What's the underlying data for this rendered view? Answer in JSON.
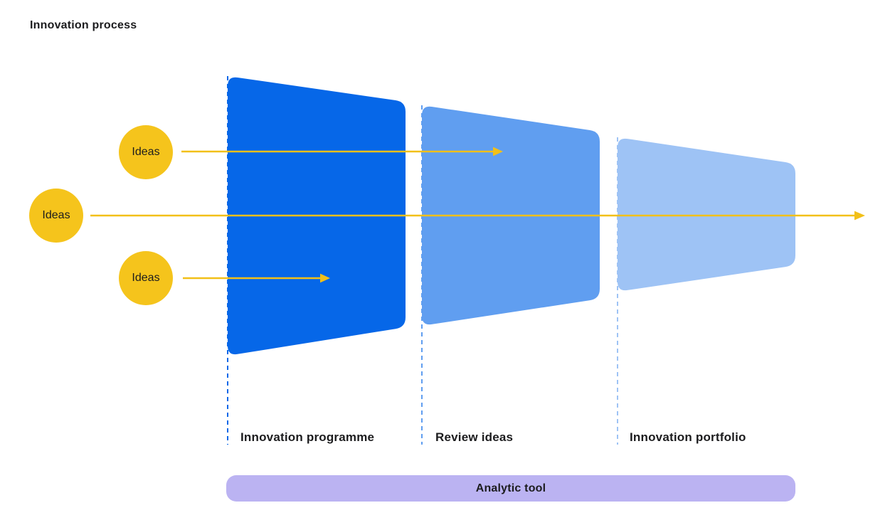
{
  "title": "Innovation process",
  "ideas_bubbles": [
    {
      "label": "Ideas"
    },
    {
      "label": "Ideas"
    },
    {
      "label": "Ideas"
    }
  ],
  "stages": [
    {
      "label": "Innovation programme"
    },
    {
      "label": "Review ideas"
    },
    {
      "label": "Innovation portfolio"
    }
  ],
  "analytic_bar": {
    "label": "Analytic tool"
  },
  "colors": {
    "funnel-1": "#0667e8",
    "funnel-2": "#609ef0",
    "funnel-3": "#9ec3f5",
    "idea-yellow": "#f5c41c",
    "arrow-yellow": "#f2c018",
    "analytic-purple": "#bbb3f2",
    "text-dark": "#1c1c1e",
    "background": "#ffffff"
  }
}
